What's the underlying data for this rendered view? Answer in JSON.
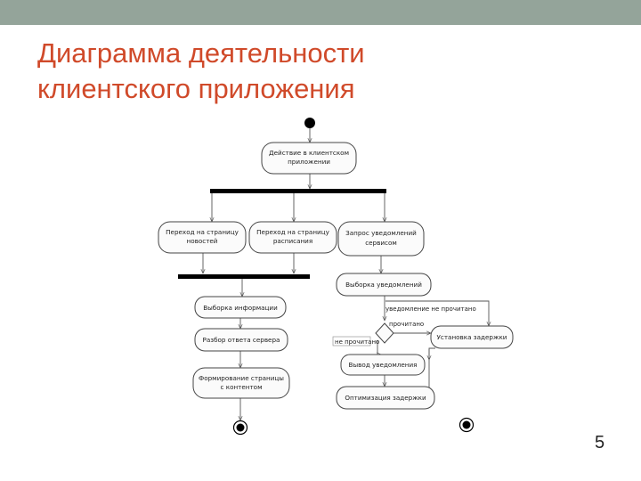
{
  "header": {
    "title_line1": "Диаграмма деятельности",
    "title_line2": "клиентского приложения"
  },
  "page_number": "5",
  "diagram": {
    "activities": {
      "client_action": [
        "Действие в клиентском",
        "приложении"
      ],
      "news_page": [
        "Переход на страницу",
        "новостей"
      ],
      "schedule_page": [
        "Переход на страницу",
        "расписания"
      ],
      "notify_request": [
        "Запрос уведомлений",
        "сервисом"
      ],
      "select_info": [
        "Выборка информации"
      ],
      "parse_response": [
        "Разбор ответа сервера"
      ],
      "build_page": [
        "Формирование страницы",
        "с контентом"
      ],
      "select_notifications": [
        "Выборка уведомлений"
      ],
      "set_delay": [
        "Установка задержки"
      ],
      "show_notification": [
        "Вывод уведомления"
      ],
      "optimize_delay": [
        "Оптимизация задержки"
      ]
    },
    "guards": {
      "not_read_top": "уведомление не прочитано",
      "read": "прочитано",
      "not_read_left": "не прочитано"
    }
  }
}
